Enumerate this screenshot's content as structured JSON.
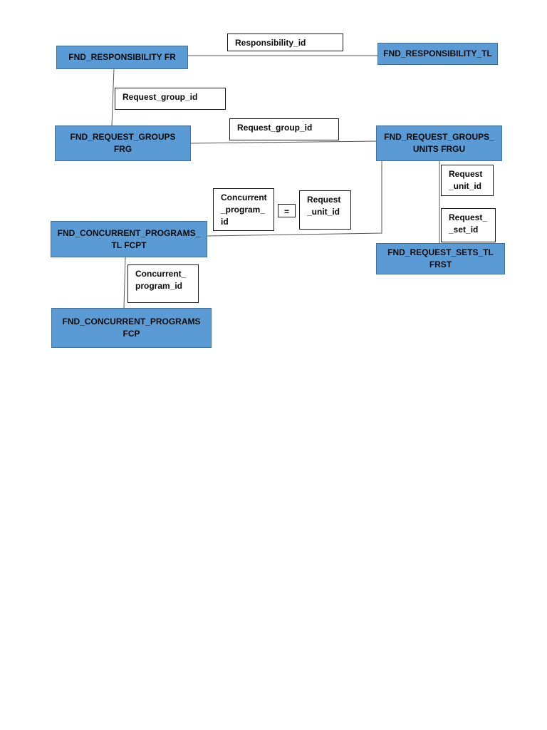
{
  "tables": {
    "responsibility": "FND_RESPONSIBILITY FR",
    "responsibility_tl": "FND_RESPONSIBILITY_TL",
    "request_groups": "FND_REQUEST_GROUPS\nFRG",
    "request_group_units": "FND_REQUEST_GROUPS_\nUNITS FRGU",
    "concurrent_programs_tl": "FND_CONCURRENT_PROGRAMS_\nTL FCPT",
    "request_sets_tl": "FND_REQUEST_SETS_TL\nFRST",
    "concurrent_programs": "FND_CONCURRENT_PROGRAMS\nFCP"
  },
  "join_labels": {
    "responsibility_id": "Responsibility_id",
    "request_group_id_1": "Request_group_id",
    "request_group_id_2": "Request_group_id",
    "concurrent_program_id_left": "Concurrent\n_program_\nid",
    "equals": "=",
    "request_unit_id_mid": "Request\n_unit_id",
    "request_unit_id_right": "Request\n_unit_id",
    "request_set_id": "Request_\n_set_id",
    "concurrent_program_id_bottom": "Concurrent_\nprogram_id"
  },
  "colors": {
    "table_fill": "#5b9bd5",
    "table_border": "#41719c",
    "connector": "#555555"
  }
}
